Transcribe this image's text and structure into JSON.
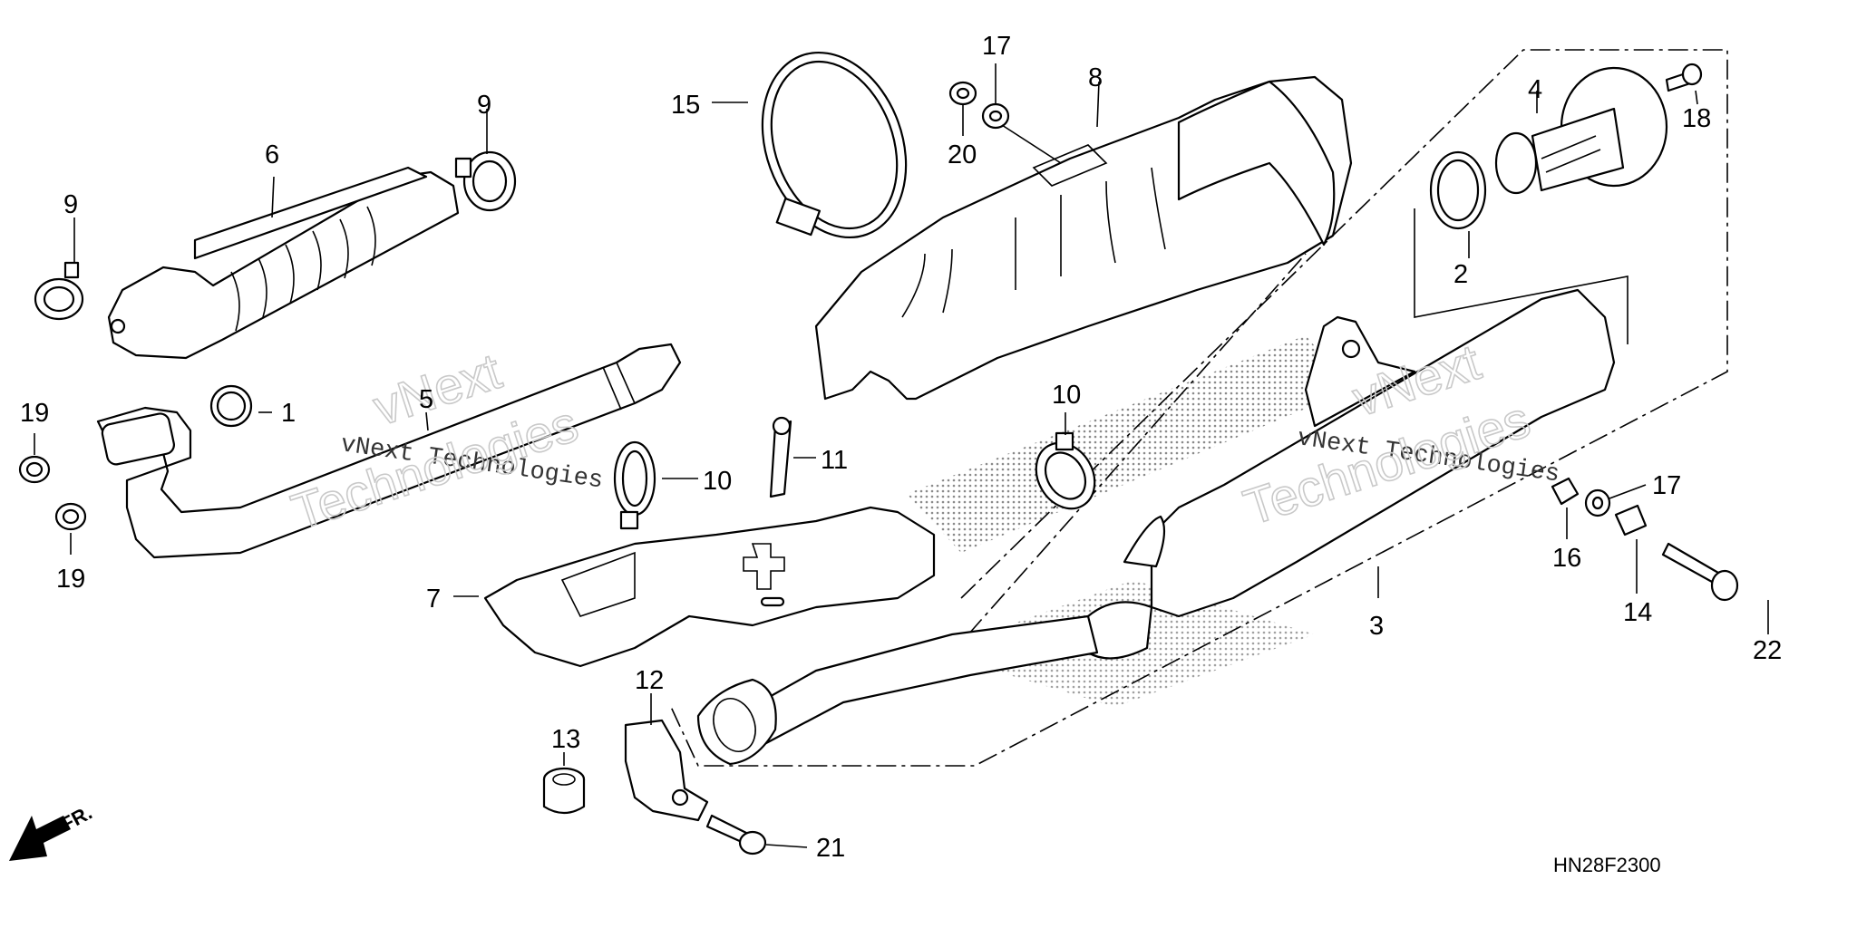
{
  "labels": {
    "p1": "1",
    "p2": "2",
    "p3": "3",
    "p4": "4",
    "p5": "5",
    "p6": "6",
    "p7": "7",
    "p8": "8",
    "p9a": "9",
    "p9b": "9",
    "p10a": "10",
    "p10b": "10",
    "p11": "11",
    "p12": "12",
    "p13": "13",
    "p14": "14",
    "p15": "15",
    "p16": "16",
    "p17a": "17",
    "p17b": "17",
    "p18": "18",
    "p19a": "19",
    "p19b": "19",
    "p20": "20",
    "p21": "21",
    "p22": "22"
  },
  "diagram_code": "HN28F2300",
  "front_marker": "FR.",
  "watermarks": {
    "brand_a": "vNext",
    "company_a": "vNext Technologies",
    "big_a": "Technologies",
    "brand_b": "vNext",
    "company_b": "vNext Technologies",
    "big_b": "Technologies"
  }
}
